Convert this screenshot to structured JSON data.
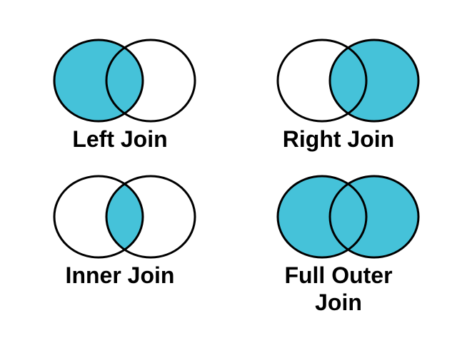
{
  "colors": {
    "highlight": "#45C2D9",
    "outline": "#000000",
    "background": "#FFFFFF",
    "unshaded": "none"
  },
  "diagrams": [
    {
      "label": "Left Join",
      "shaded_region": "entire left circle including intersection",
      "left_fill": "#45C2D9",
      "right_fill": "none",
      "intersection_fill": "none"
    },
    {
      "label": "Right Join",
      "shaded_region": "entire right circle including intersection",
      "left_fill": "none",
      "right_fill": "#45C2D9",
      "intersection_fill": "none"
    },
    {
      "label": "Inner Join",
      "shaded_region": "intersection only",
      "left_fill": "none",
      "right_fill": "none",
      "intersection_fill": "#45C2D9"
    },
    {
      "label": "Full Outer Join",
      "shaded_region": "both circles including intersection",
      "left_fill": "#45C2D9",
      "right_fill": "#45C2D9",
      "intersection_fill": "none"
    }
  ]
}
